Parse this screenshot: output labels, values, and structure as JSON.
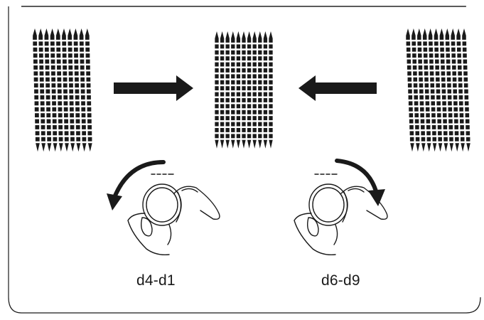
{
  "labels": {
    "left_dial_range": "d4-d1",
    "right_dial_range": "d6-d9"
  },
  "icons": {
    "stitch_patterns": [
      "stitch-pattern-slanted-left",
      "stitch-pattern-straight",
      "stitch-pattern-slanted-right"
    ],
    "arrows": [
      "arrow-right",
      "arrow-left"
    ],
    "dial_hands": [
      "dial-turn-counterclockwise",
      "dial-turn-clockwise"
    ]
  },
  "colors": {
    "ink": "#1a1a1a",
    "background": "#ffffff"
  }
}
